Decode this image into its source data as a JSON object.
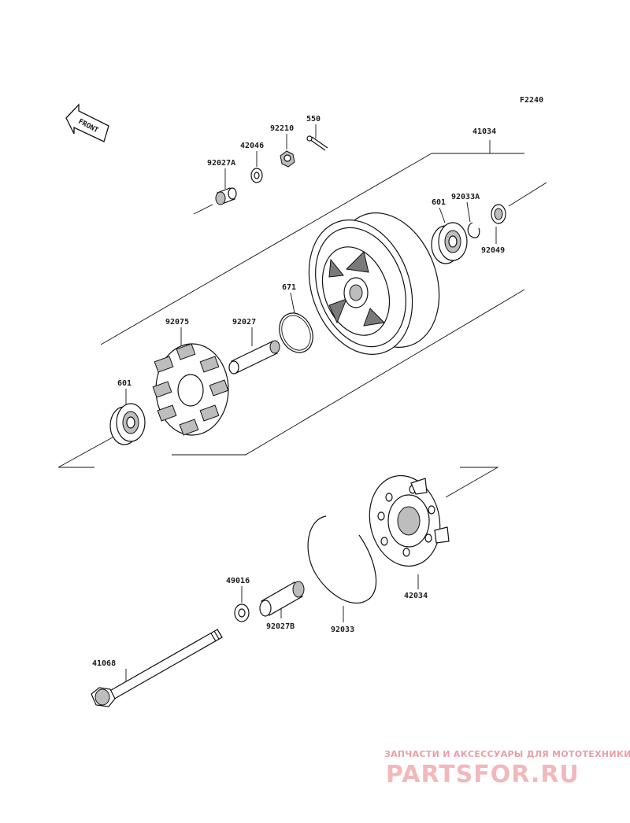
{
  "figure_code": "F2240",
  "front_arrow": "FRONT",
  "labels": {
    "p41034": "41034",
    "p550": "550",
    "p92210": "92210",
    "p42046": "42046",
    "p92027A": "92027A",
    "p601_top": "601",
    "p92033A": "92033A",
    "p92049": "92049",
    "p671": "671",
    "p92075": "92075",
    "p92027": "92027",
    "p601_left": "601",
    "p42034": "42034",
    "p49016": "49016",
    "p92027B": "92027B",
    "p92033": "92033",
    "p41068": "41068"
  },
  "watermark": {
    "tagline": "ЗАПЧАСТИ И АКСЕССУАРЫ ДЛЯ МОТОТЕХНИКИ",
    "logo": "PARTSFOR.RU"
  }
}
